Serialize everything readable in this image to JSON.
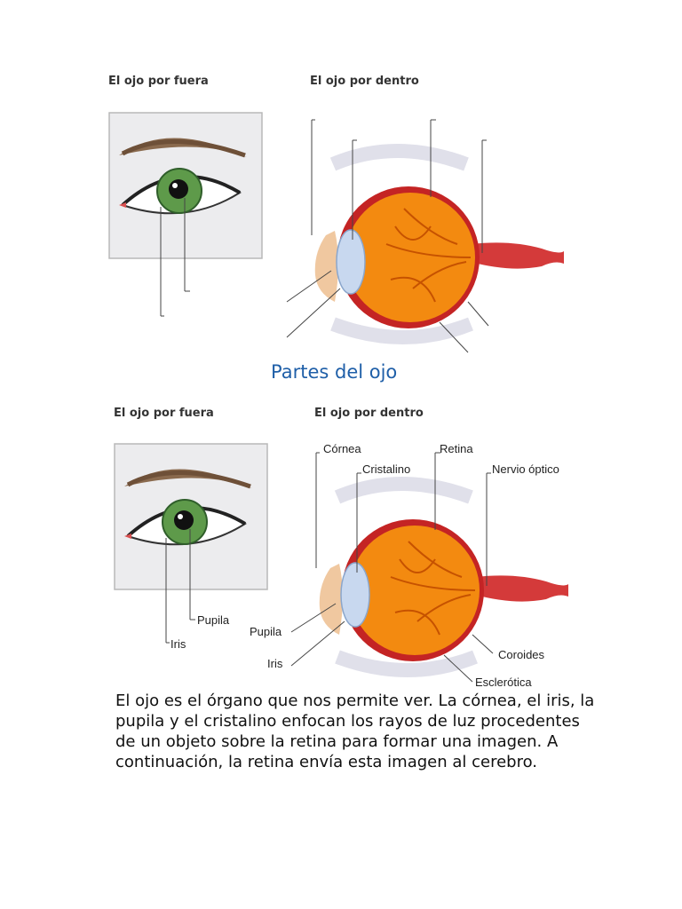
{
  "top": {
    "heading_outside": "El ojo por fuera",
    "heading_inside": "El ojo por dentro"
  },
  "title": "Partes del ojo",
  "bottom": {
    "heading_outside": "El ojo por fuera",
    "heading_inside": "El ojo por dentro",
    "outside_labels": {
      "pupila": "Pupila",
      "iris": "Iris"
    },
    "inside_labels": {
      "cornea": "Córnea",
      "cristalino": "Cristalino",
      "retina": "Retina",
      "nervio": "Nervio óptico",
      "pupila": "Pupila",
      "iris": "Iris",
      "coroides": "Coroides",
      "esclerotica": "Esclerótica"
    }
  },
  "paragraph": "El ojo es el órgano que nos permite ver. La córnea, el iris, la pupila y el cristalino enfocan los rayos de luz procedentes de un objeto sobre la retina para formar una imagen. A continuación, la retina envía esta imagen al cerebro."
}
